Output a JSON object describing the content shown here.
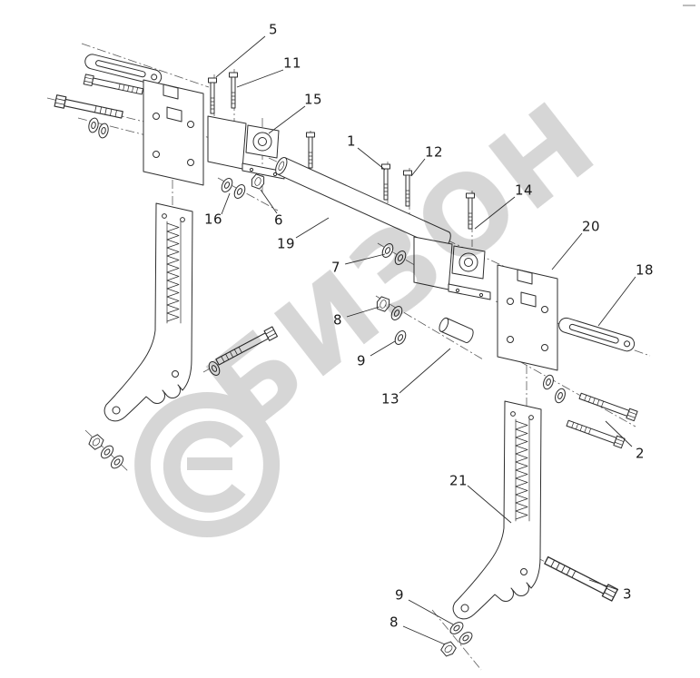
{
  "diagram": {
    "type": "exploded-parts-diagram",
    "watermark": {
      "text": "БИЗОН",
      "color": "#d2d2d2"
    },
    "colors": {
      "line": "#2e2e2e",
      "centerline": "#5a5a5a",
      "watermark": "#d2d2d2",
      "background": "#ffffff",
      "callout_text": "#1a1a1a"
    },
    "callouts": [
      "5",
      "11",
      "15",
      "1",
      "12",
      "14",
      "16",
      "6",
      "19",
      "7",
      "20",
      "18",
      "8",
      "9",
      "13",
      "2",
      "21",
      "3",
      "9",
      "8"
    ]
  }
}
